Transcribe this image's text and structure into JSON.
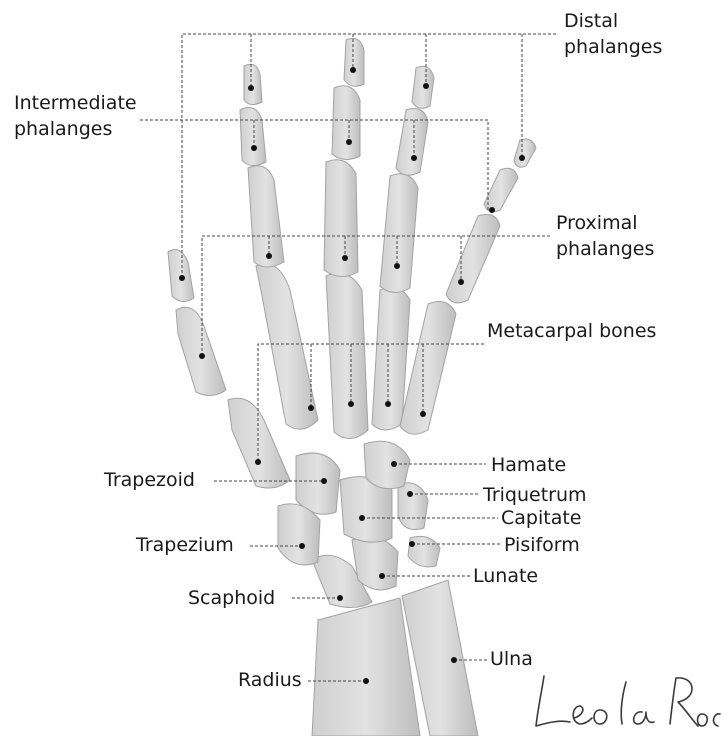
{
  "labels": {
    "distal": [
      "Distal",
      "phalanges"
    ],
    "intermediate": [
      "Intermediate",
      "phalanges"
    ],
    "proximal": [
      "Proximal",
      "phalanges"
    ],
    "metacarpal": "Metacarpal bones",
    "hamate": "Hamate",
    "triquetrum": "Triquetrum",
    "capitate": "Capitate",
    "pisiform": "Pisiform",
    "lunate": "Lunate",
    "trapezoid": "Trapezoid",
    "trapezium": "Trapezium",
    "scaphoid": "Scaphoid",
    "radius": "Radius",
    "ulna": "Ulna"
  },
  "signature": "Leo la Roca",
  "colors": {
    "bone_fill": "#d9d9d9",
    "bone_shadow": "#b8b8b8",
    "bone_outline": "#9a9a9a",
    "leader_line": "#444444",
    "marker_dot": "#111111",
    "text": "#1a1a1a",
    "signature": "#3a3a3a"
  }
}
